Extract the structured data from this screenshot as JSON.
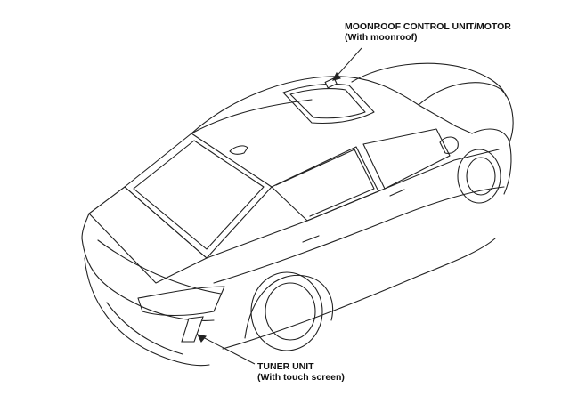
{
  "diagram": {
    "labels": {
      "moonroof": {
        "title": "MOONROOF CONTROL UNIT/MOTOR",
        "note": "(With moonroof)"
      },
      "tuner": {
        "title": "TUNER UNIT",
        "note": "(With touch screen)"
      }
    },
    "colors": {
      "line": "#222222",
      "background": "#ffffff",
      "text": "#111111"
    }
  }
}
